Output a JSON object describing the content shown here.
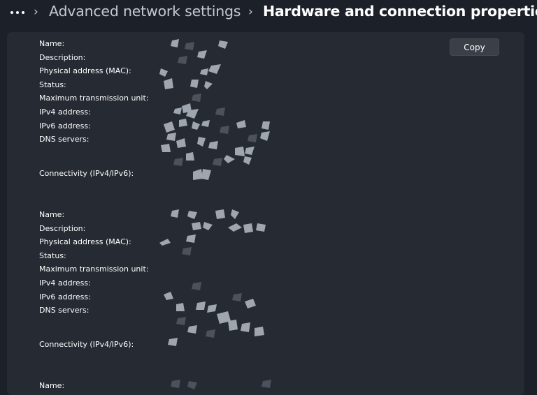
{
  "header": {
    "more_icon": "more-horizontal-icon",
    "separator_icon": "chevron-right-icon",
    "separator": "›",
    "parent": "Advanced network settings",
    "current": "Hardware and connection properties"
  },
  "toolbar": {
    "copy_label": "Copy"
  },
  "adapters": [
    {
      "name_label": "Name:",
      "description_label": "Description:",
      "mac_label": "Physical address (MAC):",
      "status_label": "Status:",
      "mtu_label": "Maximum transmission unit:",
      "ipv4_label": "IPv4 address:",
      "ipv6_label": "IPv6 address:",
      "dns_label": "DNS servers:",
      "connectivity_label": "Connectivity (IPv4/IPv6):"
    },
    {
      "name_label": "Name:",
      "description_label": "Description:",
      "mac_label": "Physical address (MAC):",
      "status_label": "Status:",
      "mtu_label": "Maximum transmission unit:",
      "ipv4_label": "IPv4 address:",
      "ipv6_label": "IPv6 address:",
      "dns_label": "DNS servers:",
      "connectivity_label": "Connectivity (IPv4/IPv6):"
    },
    {
      "name_label": "Name:"
    }
  ],
  "colors": {
    "background": "#1c2129",
    "panel": "#252a33",
    "button": "#3a3f48"
  }
}
